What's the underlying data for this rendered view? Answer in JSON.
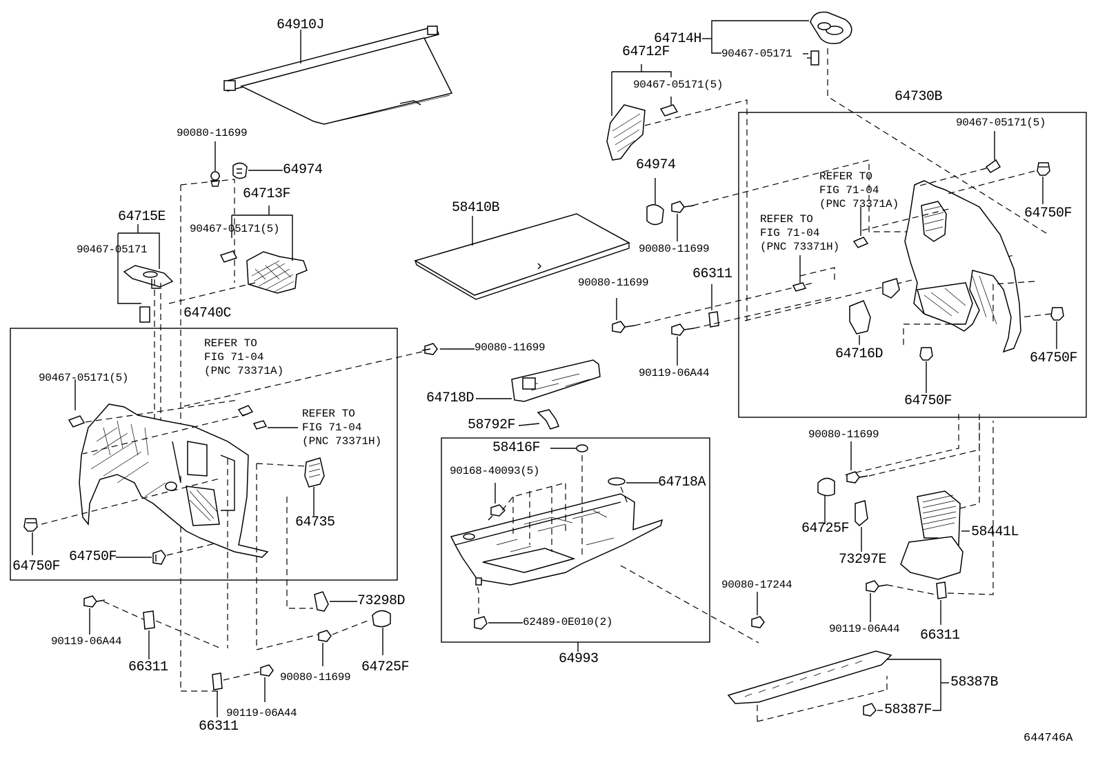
{
  "diagram_code": "644746A",
  "parts": {
    "p64910J": "64910J",
    "p64714H": "64714H",
    "p64712F": "64712F",
    "p64730B": "64730B",
    "p90080_11699_a": "90080-11699",
    "p64974_a": "64974",
    "p64713F": "64713F",
    "p64715E": "64715E",
    "p90467_05171_a": "90467-05171",
    "p90467_05171_5_a": "90467-05171(5)",
    "p90467_05171_b": "90467-05171",
    "p90467_05171_5_b": "90467-05171(5)",
    "p90467_05171_5_c": "90467-05171(5)",
    "p90467_05171_5_d": "90467-05171(5)",
    "p64974_b": "64974",
    "p58410B": "58410B",
    "p90080_11699_b": "90080-11699",
    "p64750F_a": "64750F",
    "p66311_a": "66311",
    "p90080_11699_c": "90080-11699",
    "p64740C": "64740C",
    "p90080_11699_d": "90080-11699",
    "p64716D": "64716D",
    "p64750F_b": "64750F",
    "p90119_06A44_a": "90119-06A44",
    "p64750F_c": "64750F",
    "p64718D": "64718D",
    "p58792F": "58792F",
    "p58416F": "58416F",
    "p90080_11699_e": "90080-11699",
    "p90168_40093_5": "90168-40093(5)",
    "p64718A": "64718A",
    "p64735": "64735",
    "p64725F_a": "64725F",
    "p58441L": "58441L",
    "p64750F_d": "64750F",
    "p64750F_e": "64750F",
    "p73297E": "73297E",
    "p90080_17244": "90080-17244",
    "p73298D": "73298D",
    "p90119_06A44_b": "90119-06A44",
    "p90119_06A44_c": "90119-06A44",
    "p62489_0E010_2": "62489-0E010(2)",
    "p66311_b": "66311",
    "p66311_c": "66311",
    "p64725F_b": "64725F",
    "p90080_11699_f": "90080-11699",
    "p64993": "64993",
    "p58387B": "58387B",
    "p58387F": "58387F",
    "p90119_06A44_d": "90119-06A44",
    "p66311_d": "66311"
  },
  "refs": {
    "ref_a": "REFER TO\nFIG 71-04\n(PNC 73371A)",
    "ref_b": "REFER TO\nFIG 71-04\n(PNC 73371H)",
    "ref_c": "REFER TO\nFIG 71-04\n(PNC 73371A)",
    "ref_d": "REFER TO\nFIG 71-04\n(PNC 73371H)"
  }
}
